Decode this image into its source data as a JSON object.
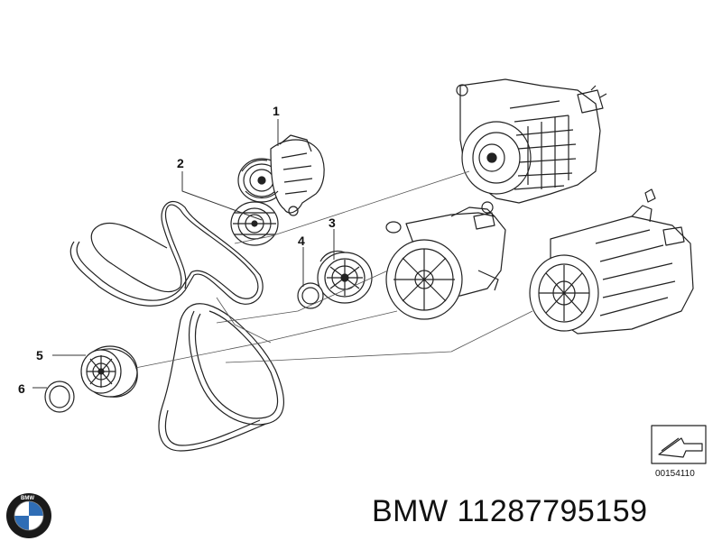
{
  "callouts": [
    "1",
    "2",
    "3",
    "4",
    "5",
    "6"
  ],
  "diagram_code": "00154110",
  "part_number": {
    "brand": "BMW",
    "number": "11287795159"
  },
  "logo": {
    "text": "BMW",
    "colors": {
      "blue": "#2f6db5",
      "white": "#ffffff",
      "ring": "#1a1a1a"
    }
  },
  "icons": [
    "belt-icon",
    "tensioner-icon",
    "idler-pulley-icon",
    "alternator-icon",
    "power-steering-pump-icon",
    "ac-compressor-icon",
    "cover-cap-icon",
    "arrow-symbol-icon",
    "bmw-logo-icon"
  ]
}
